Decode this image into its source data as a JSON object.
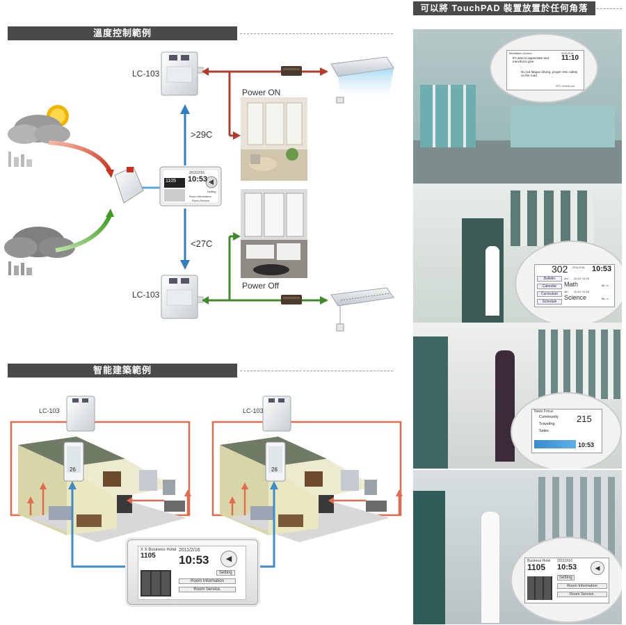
{
  "headers": {
    "temperature": "溫度控制範例",
    "building": "智能建築範例",
    "touchpad": "可以將 TouchPAD 裝置放置於任何角落"
  },
  "temp_diagram": {
    "lc103_top": "LC-103",
    "lc103_bottom": "LC-103",
    "gt29": ">29C",
    "lt27": "<27C",
    "power_on": "Power ON",
    "power_off": "Power Off"
  },
  "touchpad_main": {
    "hotel": "X X Business Hotel",
    "room": "1105",
    "date": "2011/2/16",
    "time": "10:53",
    "setting": "Setting",
    "room_info": "Room Information",
    "room_service": "Room Service."
  },
  "touchpad_small": {
    "room": "1105",
    "date": "2011/2/16",
    "time": "10:53",
    "setting": "Setting",
    "room_info": "Room Information",
    "room_service": "Room Service."
  },
  "building": {
    "lc_left": "LC-103",
    "lc_right": "LC-103",
    "thermo_left": "26",
    "thermo_right": "26"
  },
  "scene1": {
    "title": "Meditation Quotes",
    "date": "2011/2/16",
    "time": "11:10",
    "quote1": "It's wise to appreciate and merciful to give.",
    "quote2": "Do not fatigue driving, proper rest, safety on the road.",
    "footer": "MTC reminds you"
  },
  "scene2": {
    "room": "302",
    "date": "2011/2/16",
    "time": "10:53",
    "buttons": [
      "Bulletin",
      "Calendar",
      "Curriculum",
      "Schedule"
    ],
    "rows": [
      {
        "period": "3rd",
        "time": "10:10~11:00",
        "subject": "Math",
        "teacher": "Mr. Li"
      },
      {
        "period": "4th",
        "time": "11:10~12:16",
        "subject": "Science",
        "teacher": "Mr. Li"
      }
    ]
  },
  "scene3": {
    "title": "News Focus",
    "items": [
      "Community",
      "Traveling",
      "Sales"
    ],
    "number": "215",
    "time": "10:53"
  },
  "scene4": {
    "hotel": "Business Hotel",
    "room": "1105",
    "date": "2011/2/16",
    "time": "10:53",
    "setting": "Setting",
    "room_info": "Room Information",
    "room_service": "Room Service."
  }
}
